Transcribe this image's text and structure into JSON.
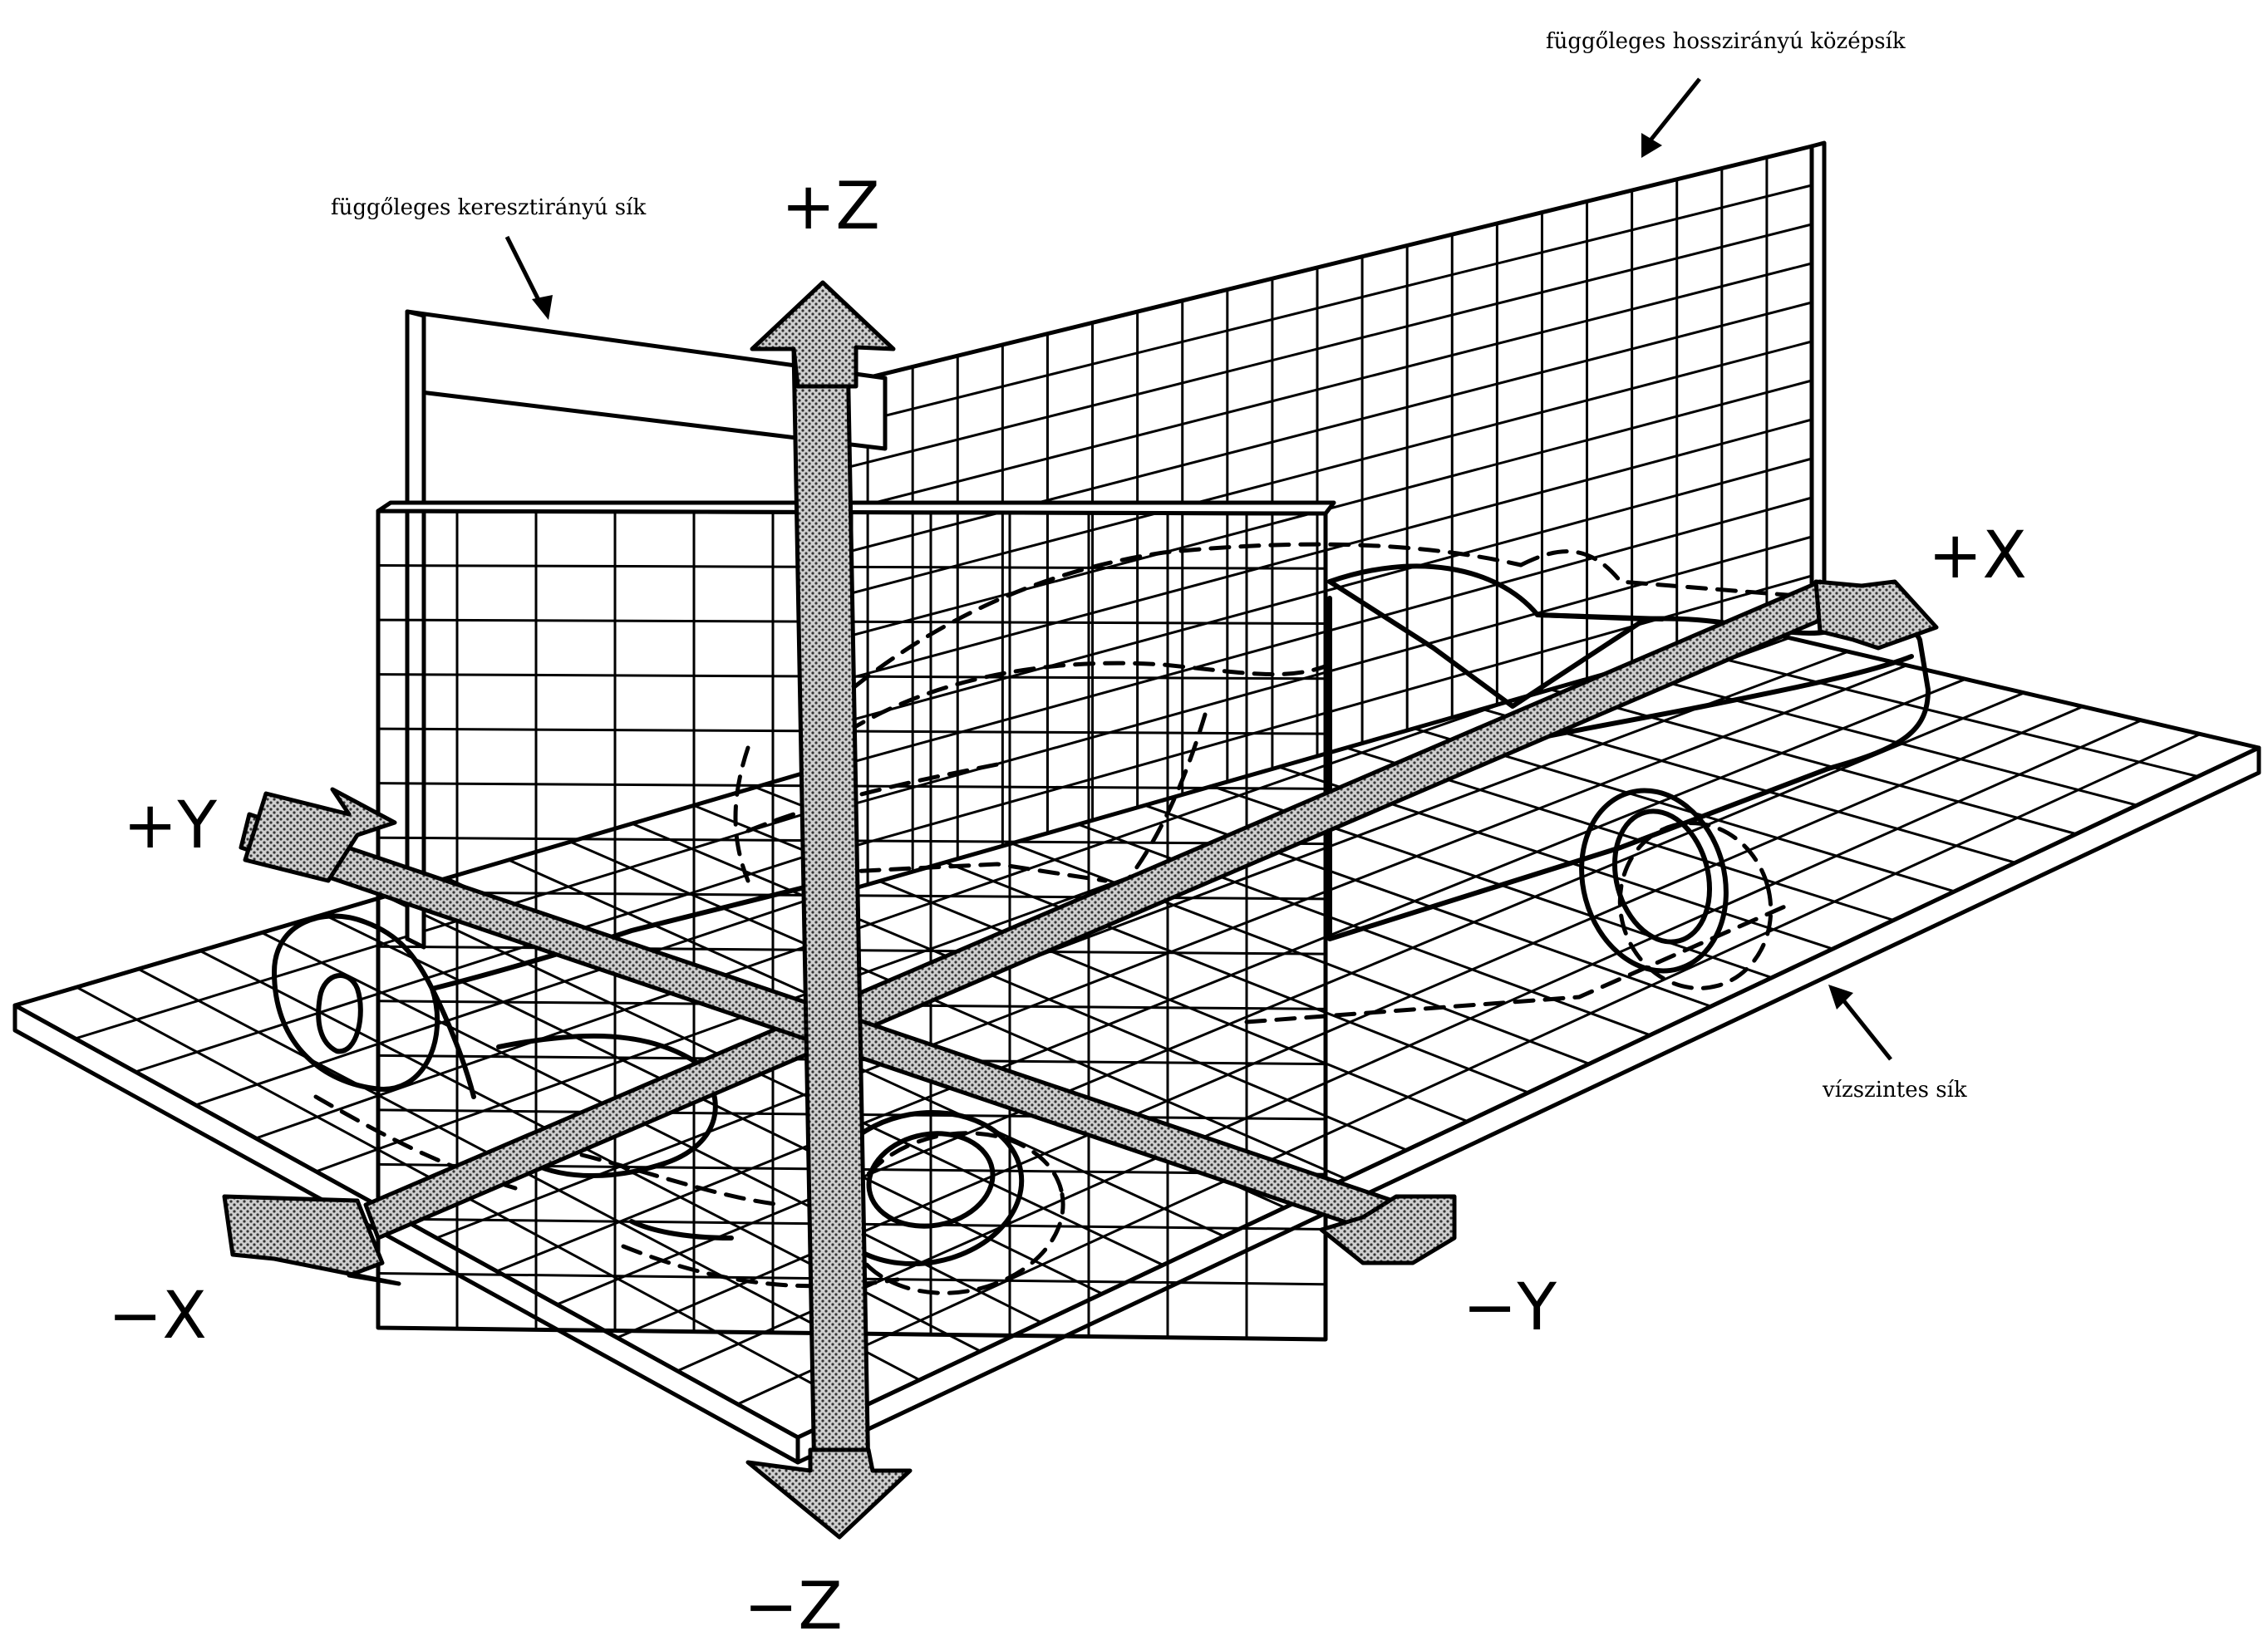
{
  "axes": {
    "plus_z": "+Z",
    "minus_z": "−Z",
    "plus_x": "+X",
    "minus_x": "−X",
    "plus_y": "+Y",
    "minus_y": "−Y"
  },
  "captions": {
    "longitudinal_plane": "függőleges hosszirányú középsík",
    "transverse_plane": "függőleges keresztirányú sík",
    "horizontal_plane": "vízszintes sík"
  },
  "colors": {
    "ink": "#000000",
    "paper": "#ffffff",
    "stipple": "#9a9a9a"
  }
}
